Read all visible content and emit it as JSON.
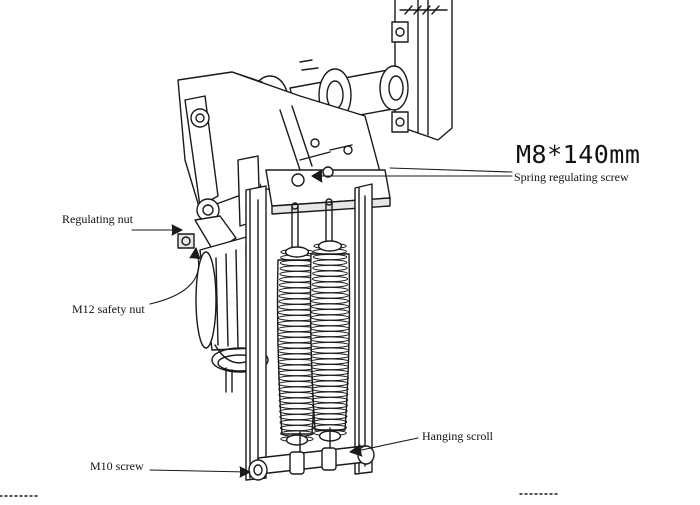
{
  "labels": {
    "dimension": "M8*140mm",
    "spring_regulating_screw": "Spring regulating screw",
    "regulating_nut": "Regulating nut",
    "m12_safety_nut": "M12 safety nut",
    "hanging_scroll": "Hanging scroll",
    "m10_screw": "M10 screw"
  },
  "colors": {
    "line": "#1a1a1a",
    "fill": "#ffffff",
    "shade": "#d9d9d9"
  }
}
